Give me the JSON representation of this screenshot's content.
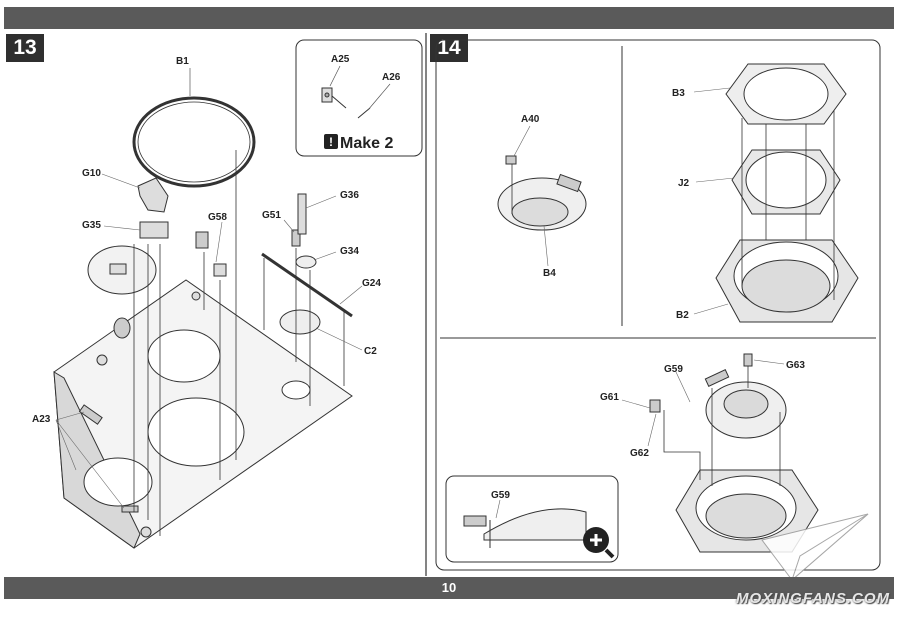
{
  "page": {
    "number": "10"
  },
  "steps": [
    {
      "number": "13"
    },
    {
      "number": "14"
    }
  ],
  "step13": {
    "labels": [
      "B1",
      "G10",
      "G35",
      "G58",
      "G51",
      "G36",
      "G34",
      "G24",
      "C2",
      "A23"
    ],
    "inset": {
      "parts": [
        "A25",
        "A26"
      ],
      "note": "Make 2",
      "note_icon": "exclamation-icon"
    }
  },
  "step14": {
    "panel_a": {
      "labels": [
        "A40",
        "B4"
      ]
    },
    "panel_b": {
      "labels": [
        "B3",
        "J2",
        "B2"
      ]
    },
    "panel_c": {
      "labels": [
        "G59",
        "G63",
        "G61",
        "G62"
      ]
    },
    "detail_inset": {
      "label": "G59",
      "icon": "magnify-plus-icon"
    }
  },
  "watermark": "MOXINGFANS.COM"
}
